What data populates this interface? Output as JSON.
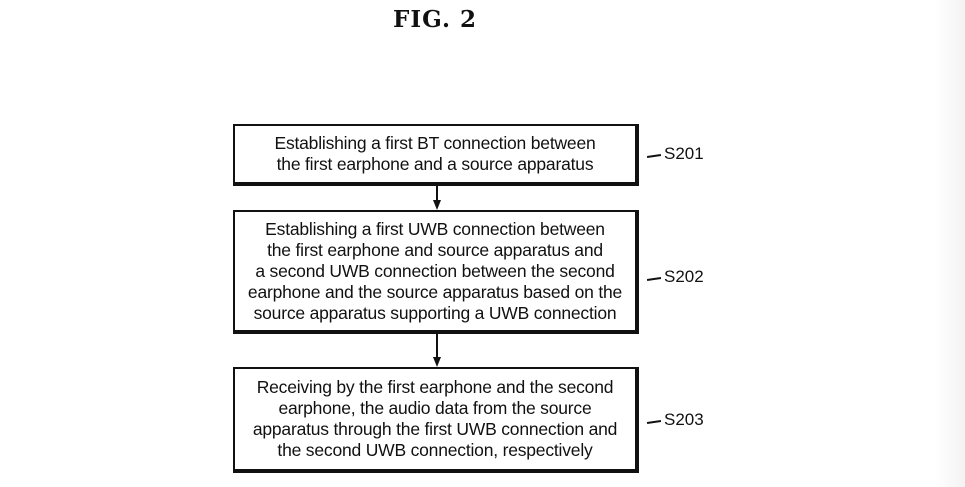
{
  "figure": {
    "title": "FIG.  2"
  },
  "flowchart": {
    "steps": [
      {
        "id": "S201",
        "text": "Establishing a first BT connection between\nthe first earphone and a source apparatus"
      },
      {
        "id": "S202",
        "text": "Establishing a first UWB connection between\nthe first earphone and source apparatus and\na second UWB connection between the second\nearphone and the source apparatus based on the\nsource apparatus supporting a UWB connection"
      },
      {
        "id": "S203",
        "text": "Receiving by the first earphone and the second\nearphone, the audio data from the source\napparatus through the first UWB connection and\nthe second UWB connection, respectively"
      }
    ],
    "connections": [
      {
        "from": "S201",
        "to": "S202"
      },
      {
        "from": "S202",
        "to": "S203"
      }
    ]
  }
}
